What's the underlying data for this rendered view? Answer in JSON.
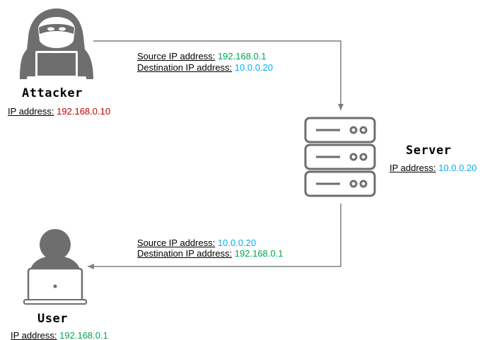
{
  "colors": {
    "red": "#c00000",
    "green": "#00a550",
    "blue": "#00b0f0",
    "icon_gray": "#6e6e6e",
    "arrow_gray": "#7f7f7f"
  },
  "attacker": {
    "name": "Attacker",
    "ip_label": "IP address:",
    "ip_value": "192.168.0.10",
    "icon": "hooded-hacker-icon"
  },
  "server": {
    "name": "Server",
    "ip_label": "IP address:",
    "ip_value": "10.0.0.20",
    "icon": "server-rack-icon"
  },
  "user": {
    "name": "User",
    "ip_label": "IP address:",
    "ip_value": "192.168.0.1",
    "icon": "user-laptop-icon"
  },
  "request_packet": {
    "source_label": "Source IP address:",
    "source_value": "192.168.0.1",
    "destination_label": "Destination IP address:",
    "destination_value": "10.0.0.20"
  },
  "response_packet": {
    "source_label": "Source IP address:",
    "source_value": "10.0.0.20",
    "destination_label": "Destination IP address:",
    "destination_value": "192.168.0.1"
  }
}
